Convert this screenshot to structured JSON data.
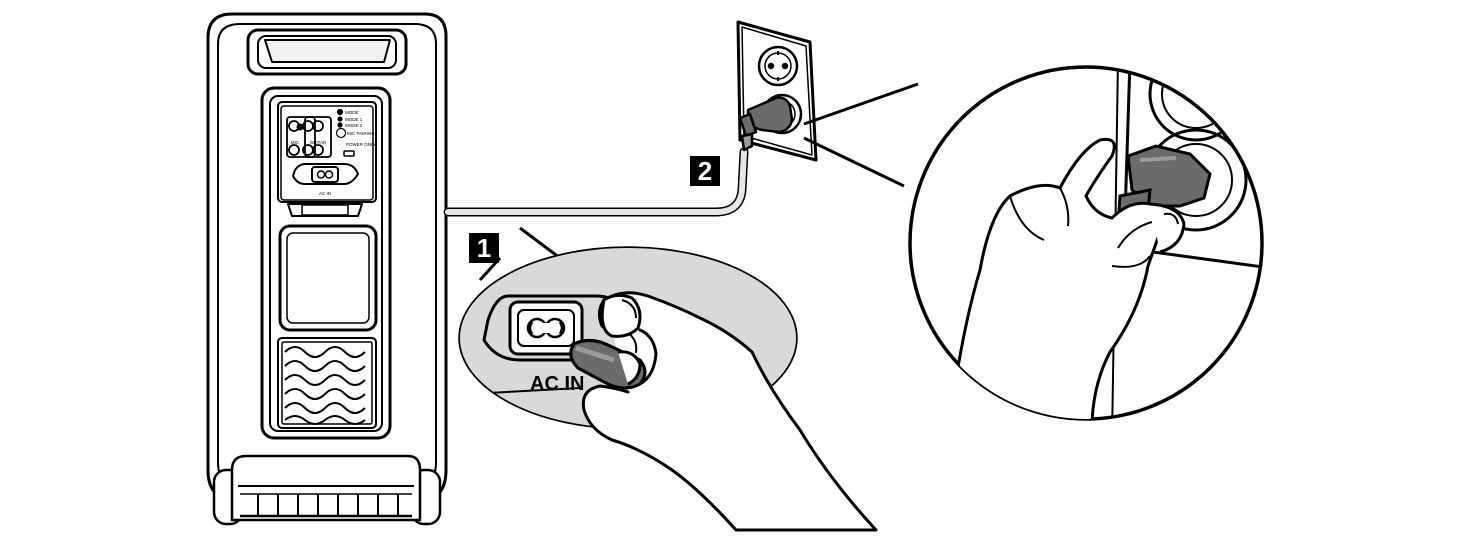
{
  "steps": [
    {
      "number": "1"
    },
    {
      "number": "2"
    }
  ],
  "speaker_panel": {
    "label_mic": "MIC",
    "label_guitar": "GUITAR",
    "label_power": "POWER ONLY",
    "label_input": "AC IN",
    "mode_items": [
      "MODE",
      "MODE 1",
      "MODE 2"
    ],
    "mode_button": "MIC PAIRING"
  },
  "zoom_port_label": "AC IN",
  "colors": {
    "line": "#000000",
    "plug_fill": "#6b6b6b",
    "plug_light": "#9a9a9a",
    "zoom_fill": "#d9d9d9",
    "cable": "#e6e6e6",
    "label_bg": "#000000",
    "label_fg": "#ffffff"
  }
}
